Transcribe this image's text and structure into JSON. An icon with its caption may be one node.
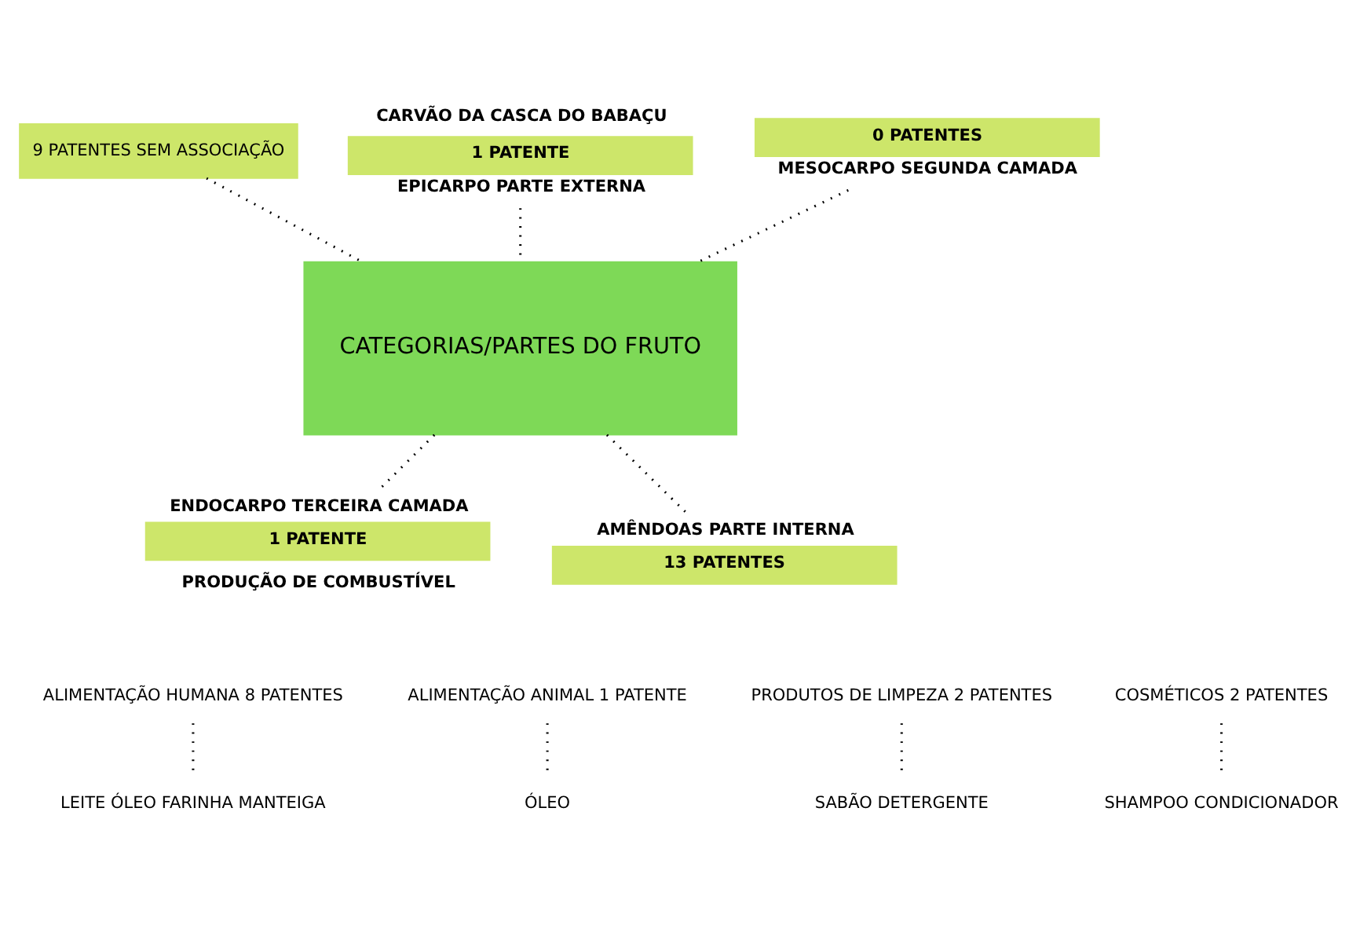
{
  "diagram": {
    "nodes": [
      {
        "text": [
          "CATEGORIAS/PARTES DO FRUTO"
        ]
      },
      {
        "text": [
          "9 PATENTES SEM ASSOCIAÇÃO"
        ]
      },
      {
        "text": [
          "1 PATENTE",
          "EPICARPO PARTE EXTERNA"
        ],
        "beside": [
          "CARVÃO DA CASCA DO BABAÇU"
        ]
      },
      {
        "text": [
          "0 PATENTES",
          "MESOCARPO SEGUNDA CAMADA"
        ]
      },
      {
        "text": [
          "ENDOCARPO TERCEIRA CAMADA",
          "1 PATENTE"
        ],
        "beside": [
          "PRODUÇÃO DE COMBUSTÍVEL"
        ]
      },
      {
        "text": [
          "AMÊNDOAS PARTE INTERNA",
          "13 PATENTES"
        ]
      },
      {
        "text": [
          "ALIMENTAÇÃO HUMANA 8 PATENTES"
        ]
      },
      {
        "text": [
          "ALIMENTAÇÃO ANIMAL 1 PATENTE"
        ]
      },
      {
        "text": [
          "PRODUTOS DE LIMPEZA 2 PATENTES"
        ]
      },
      {
        "text": [
          "COSMÉTICOS 2 PATENTES"
        ]
      },
      {
        "text": [
          "LEITE ÓLEO FARINHA MANTEIGA"
        ]
      },
      {
        "text": [
          "ÓLEO"
        ]
      },
      {
        "text": [
          "SABÃO DETERGENTE"
        ]
      },
      {
        "text": [
          "SHAMPOO CONDICIONADOR"
        ]
      }
    ],
    "edges": [
      {
        "from": 1,
        "to": 0,
        "arrow": "none",
        "style": "dashed"
      },
      {
        "from": 2,
        "to": 0,
        "arrow": "none",
        "style": "dashed"
      },
      {
        "from": 3,
        "to": 0,
        "arrow": "none",
        "style": "dashed"
      },
      {
        "from": 0,
        "to": 4,
        "arrow": "none",
        "style": "dashed"
      },
      {
        "from": 0,
        "to": 5,
        "arrow": "none",
        "style": "dashed"
      },
      {
        "from": 6,
        "to": 10,
        "arrow": "none",
        "style": "dashed"
      },
      {
        "from": 7,
        "to": 11,
        "arrow": "none",
        "style": "dashed"
      },
      {
        "from": 8,
        "to": 12,
        "arrow": "none",
        "style": "dashed"
      },
      {
        "from": 9,
        "to": 13,
        "arrow": "none",
        "style": "dashed"
      }
    ]
  }
}
